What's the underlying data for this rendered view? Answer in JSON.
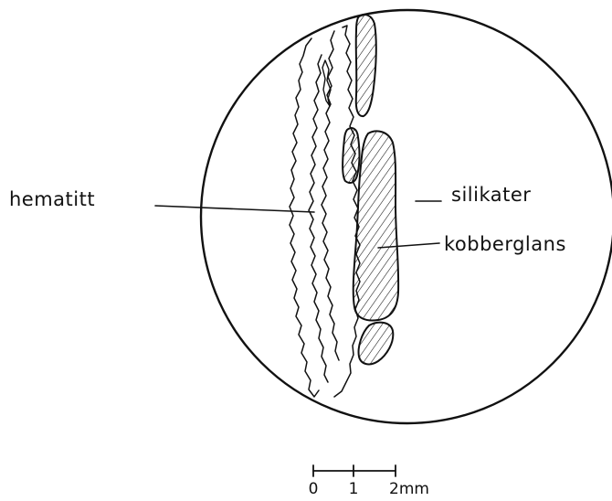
{
  "labels": {
    "hematite": "hematitt",
    "silicates": "silikater",
    "chalcocite": "kobberglans"
  },
  "scale_bar": {
    "ticks": [
      "0",
      "1",
      "2mm"
    ]
  },
  "colors": {
    "ink": "#111111",
    "paper": "#ffffff"
  }
}
